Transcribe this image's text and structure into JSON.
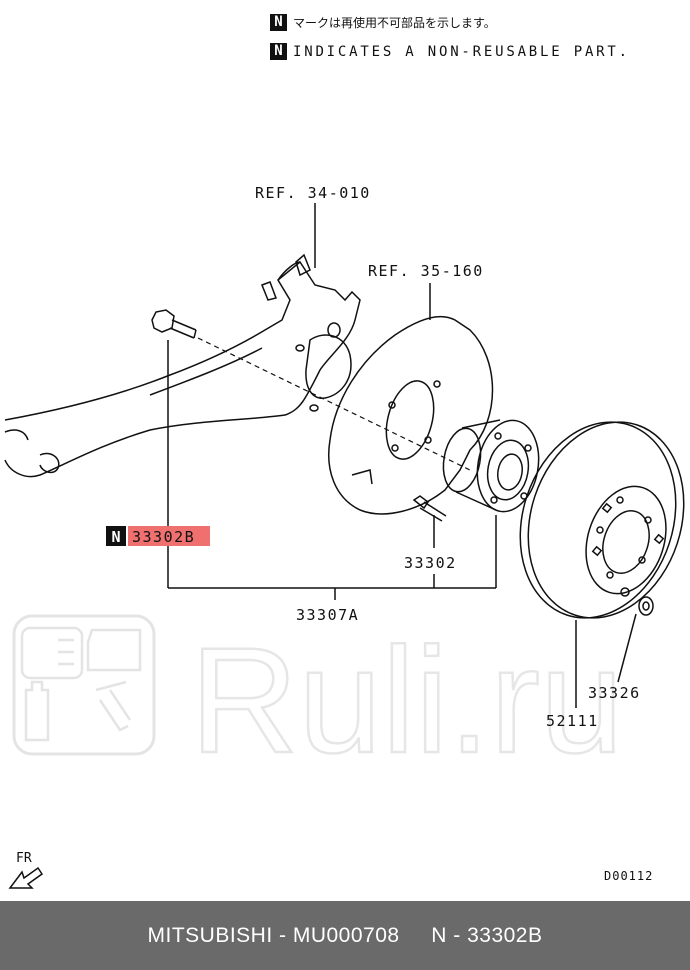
{
  "legend": {
    "symbol": "N",
    "japanese": "マークは再使用不可部品を示します。",
    "english": "INDICATES A NON-REUSABLE PART."
  },
  "references": {
    "ref1": "REF. 34-010",
    "ref2": "REF. 35-160"
  },
  "parts": {
    "bolt_label_prefix": "N",
    "bolt_label": "33302B",
    "hub_bolt": "33302",
    "hub_assembly": "33307A",
    "brake_disc": "52111",
    "screw": "33326"
  },
  "watermark": "Ruli.ru",
  "direction": "FR",
  "diagram_code": "D00112",
  "footer": {
    "brand_part": "MITSUBISHI - MU000708",
    "item_code": "N - 33302B"
  },
  "colors": {
    "highlight": "#f07070",
    "footer_bg": "#6a6a6a",
    "watermark": "#e6e6e6"
  }
}
